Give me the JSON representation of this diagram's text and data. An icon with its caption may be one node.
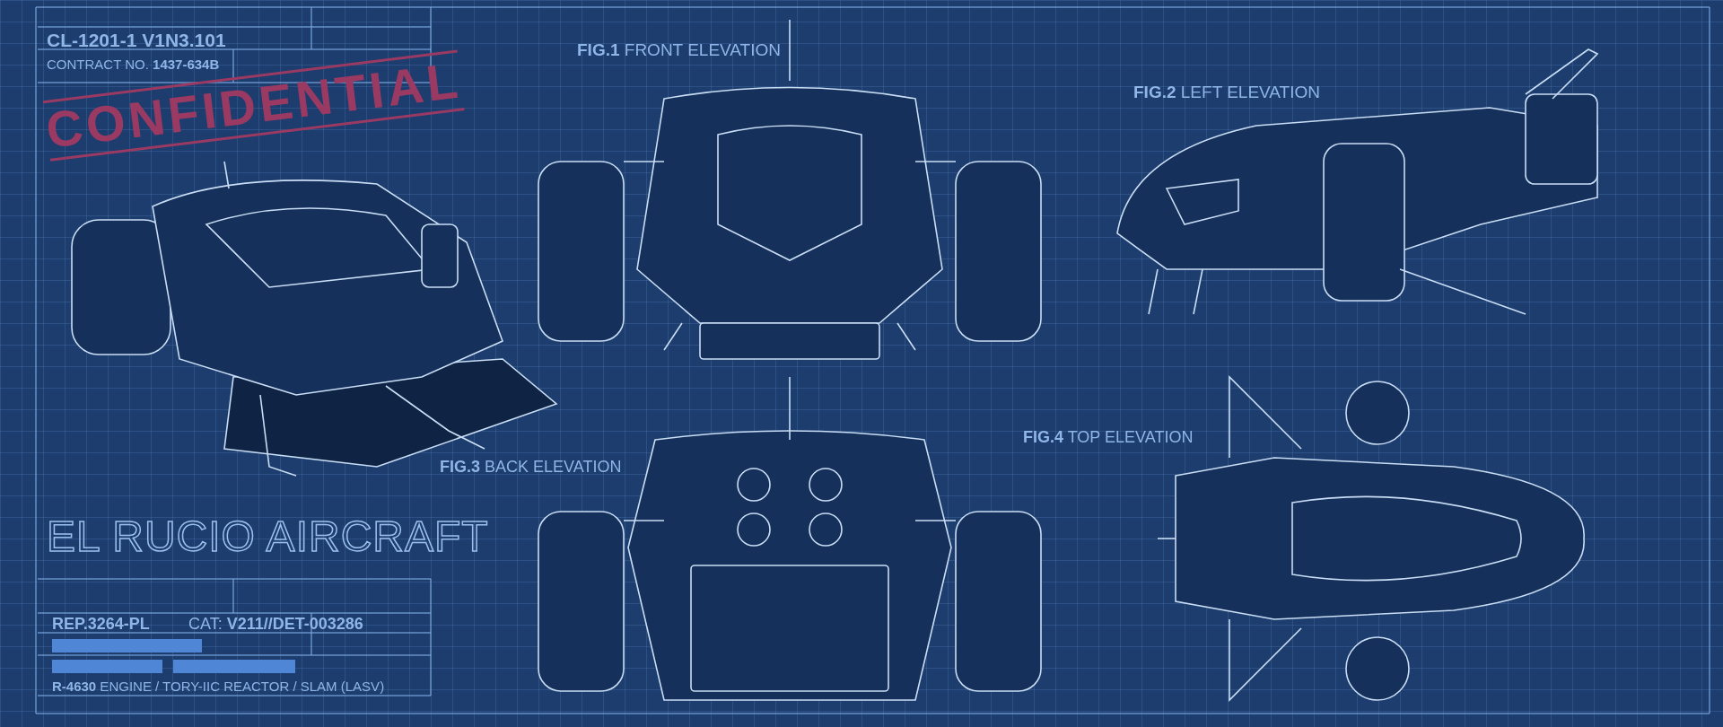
{
  "diagram": {
    "labels": [
      "CL-1201-1 V1N3.101",
      "CONTRACT NO. **1437-634B**",
      "CONFIDENTIAL",
      "**FIG.1** FRONT ELEVATION",
      "**FIG.2** LEFT ELEVATION",
      "**FIG.3** BACK ELEVATION",
      "**FIG.4** TOP ELEVATION",
      "EL RUCIO AIRCRAFT",
      "**REP.3264-PL**",
      "CAT: **V211//DET-003286**",
      "**R-4630** ENGINE / TORY-IIC REACTOR / SLAM (LASV)"
    ]
  }
}
